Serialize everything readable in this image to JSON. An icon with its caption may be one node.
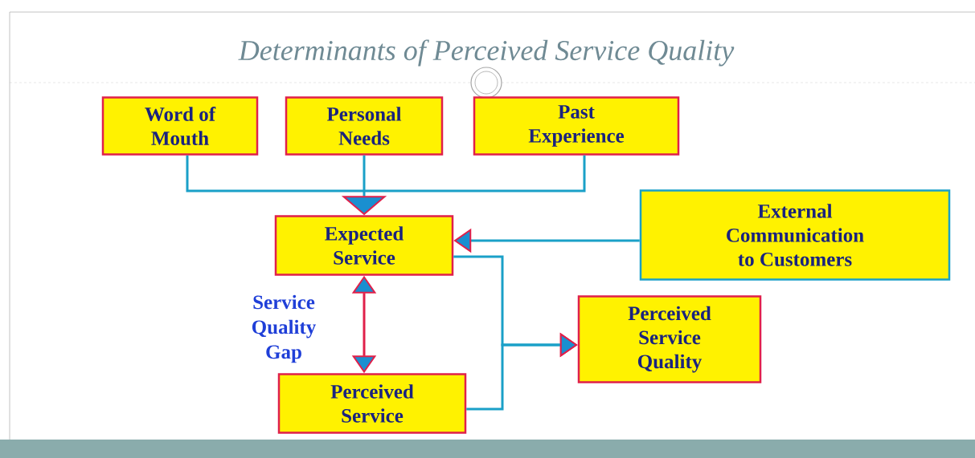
{
  "diagram": {
    "title": "Determinants of Perceived Service Quality",
    "nodes": [
      {
        "text": [
          "Word of Mouth"
        ]
      },
      {
        "text": [
          "Personal Needs"
        ]
      },
      {
        "text": [
          "Past Experience"
        ]
      },
      {
        "text": [
          "Expected Service"
        ]
      },
      {
        "text": [
          "External Communication to Customers"
        ]
      },
      {
        "text": [
          "Perceived Service Quality"
        ]
      },
      {
        "text": [
          "Perceived Service"
        ]
      }
    ],
    "edges": [
      {
        "from": 0,
        "to": 3,
        "arrow": "to"
      },
      {
        "from": 1,
        "to": 3,
        "arrow": "to"
      },
      {
        "from": 2,
        "to": 3,
        "arrow": "to"
      },
      {
        "from": 4,
        "to": 3,
        "arrow": "to"
      },
      {
        "from": 3,
        "to": 5,
        "arrow": "to"
      },
      {
        "from": 6,
        "to": 5,
        "arrow": "to"
      },
      {
        "from": 3,
        "to": 6,
        "arrow": "both",
        "color": "#e0204a"
      }
    ],
    "labels": [
      "Service Quality Gap"
    ]
  }
}
